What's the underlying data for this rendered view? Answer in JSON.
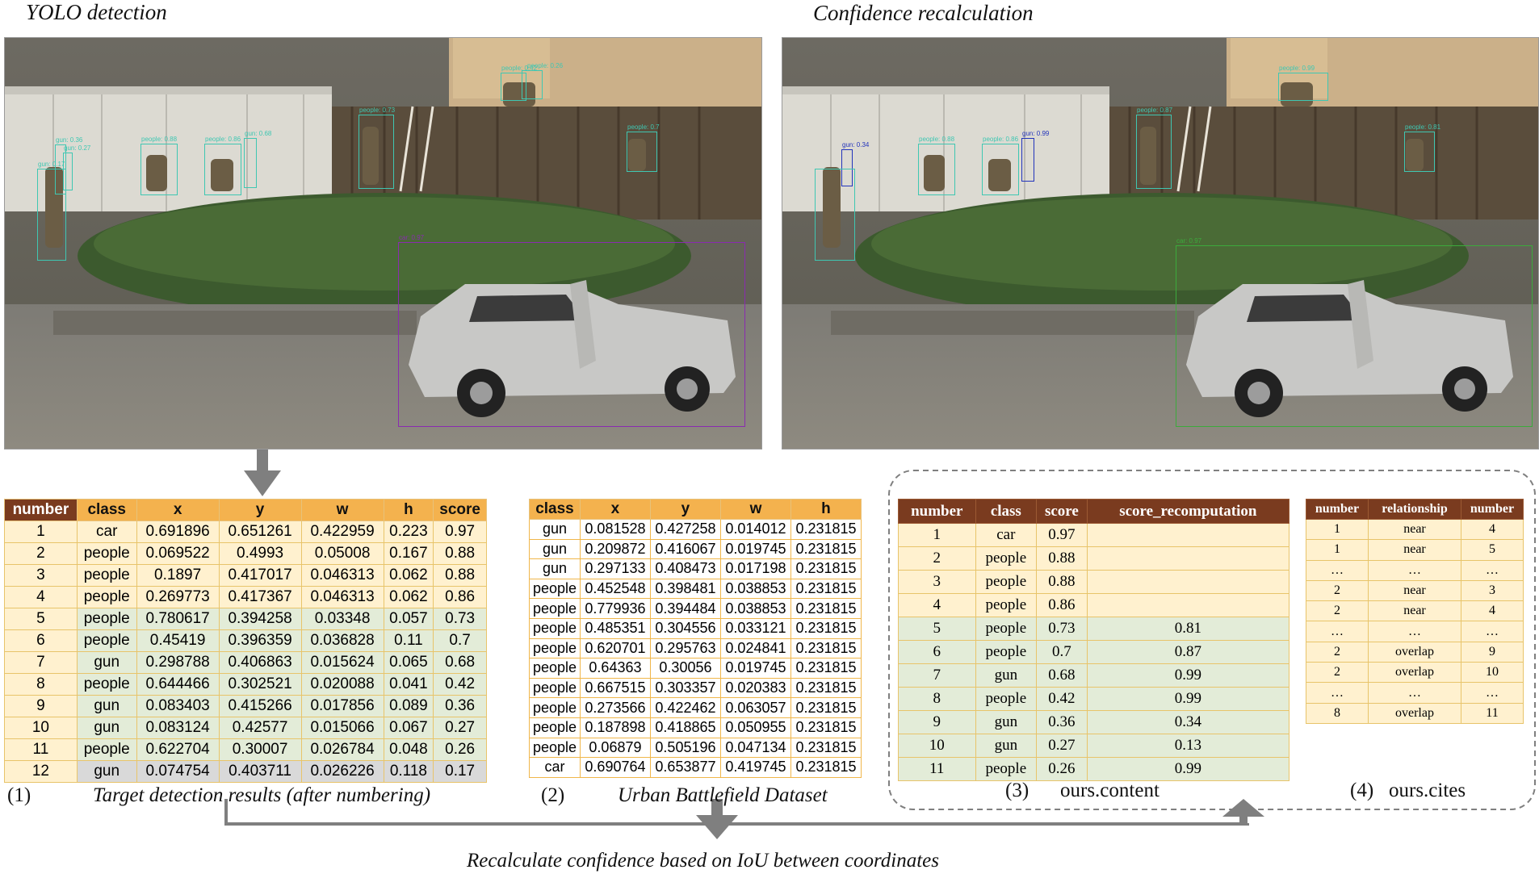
{
  "titles": {
    "left": "YOLO  detection",
    "right": "Confidence recalculation"
  },
  "photo_labels": {
    "left": [
      {
        "text": "gun: 0.17",
        "color": "#3fc7b2"
      },
      {
        "text": "gun: 0.36",
        "color": "#3fc7b2"
      },
      {
        "text": "gun: 0.27",
        "color": "#3fc7b2"
      },
      {
        "text": "people: 0.88",
        "color": "#3fc7b2"
      },
      {
        "text": "people: 0.86",
        "color": "#3fc7b2"
      },
      {
        "text": "gun: 0.68",
        "color": "#3fc7b2"
      },
      {
        "text": "people: 0.73",
        "color": "#3fc7b2"
      },
      {
        "text": "people: 0.42",
        "color": "#3fc7b2"
      },
      {
        "text": "people: 0.7",
        "color": "#3fc7b2"
      },
      {
        "text": "car: 0.97",
        "color": "#8a2bb0"
      },
      {
        "text": "people: 0.26",
        "color": "#3fc7b2"
      }
    ],
    "right": [
      {
        "text": "gun: 0.34",
        "color": "#2233bb"
      },
      {
        "text": "people: 0.88",
        "color": "#3fc7b2"
      },
      {
        "text": "people: 0.86",
        "color": "#3fc7b2"
      },
      {
        "text": "gun: 0.99",
        "color": "#2233bb"
      },
      {
        "text": "people: 0.87",
        "color": "#3fc7b2"
      },
      {
        "text": "people: 0.81",
        "color": "#3fc7b2"
      },
      {
        "text": "car: 0.97",
        "color": "#3caa3c"
      },
      {
        "text": "people: 0.99",
        "color": "#3fc7b2"
      }
    ]
  },
  "table1": {
    "headers": [
      "number",
      "class",
      "x",
      "y",
      "w",
      "h",
      "score"
    ],
    "rows": [
      {
        "style": "y",
        "cells": [
          "1",
          "car",
          "0.691896",
          "0.651261",
          "0.422959",
          "0.223",
          "0.97"
        ]
      },
      {
        "style": "y",
        "cells": [
          "2",
          "people",
          "0.069522",
          "0.4993",
          "0.05008",
          "0.167",
          "0.88"
        ]
      },
      {
        "style": "y",
        "cells": [
          "3",
          "people",
          "0.1897",
          "0.417017",
          "0.046313",
          "0.062",
          "0.88"
        ]
      },
      {
        "style": "y",
        "cells": [
          "4",
          "people",
          "0.269773",
          "0.417367",
          "0.046313",
          "0.062",
          "0.86"
        ]
      },
      {
        "style": "g",
        "cells": [
          "5",
          "people",
          "0.780617",
          "0.394258",
          "0.03348",
          "0.057",
          "0.73"
        ]
      },
      {
        "style": "g",
        "cells": [
          "6",
          "people",
          "0.45419",
          "0.396359",
          "0.036828",
          "0.11",
          "0.7"
        ]
      },
      {
        "style": "g",
        "cells": [
          "7",
          "gun",
          "0.298788",
          "0.406863",
          "0.015624",
          "0.065",
          "0.68"
        ]
      },
      {
        "style": "g",
        "cells": [
          "8",
          "people",
          "0.644466",
          "0.302521",
          "0.020088",
          "0.041",
          "0.42"
        ]
      },
      {
        "style": "g",
        "cells": [
          "9",
          "gun",
          "0.083403",
          "0.415266",
          "0.017856",
          "0.089",
          "0.36"
        ]
      },
      {
        "style": "g",
        "cells": [
          "10",
          "gun",
          "0.083124",
          "0.42577",
          "0.015066",
          "0.067",
          "0.27"
        ]
      },
      {
        "style": "g",
        "cells": [
          "11",
          "people",
          "0.622704",
          "0.30007",
          "0.026784",
          "0.048",
          "0.26"
        ]
      },
      {
        "style": "s",
        "cells": [
          "12",
          "gun",
          "0.074754",
          "0.403711",
          "0.026226",
          "0.118",
          "0.17"
        ]
      }
    ]
  },
  "table2": {
    "headers": [
      "class",
      "x",
      "y",
      "w",
      "h"
    ],
    "rows": [
      [
        "gun",
        "0.081528",
        "0.427258",
        "0.014012",
        "0.231815"
      ],
      [
        "gun",
        "0.209872",
        "0.416067",
        "0.019745",
        "0.231815"
      ],
      [
        "gun",
        "0.297133",
        "0.408473",
        "0.017198",
        "0.231815"
      ],
      [
        "people",
        "0.452548",
        "0.398481",
        "0.038853",
        "0.231815"
      ],
      [
        "people",
        "0.779936",
        "0.394484",
        "0.038853",
        "0.231815"
      ],
      [
        "people",
        "0.485351",
        "0.304556",
        "0.033121",
        "0.231815"
      ],
      [
        "people",
        "0.620701",
        "0.295763",
        "0.024841",
        "0.231815"
      ],
      [
        "people",
        "0.64363",
        "0.30056",
        "0.019745",
        "0.231815"
      ],
      [
        "people",
        "0.667515",
        "0.303357",
        "0.020383",
        "0.231815"
      ],
      [
        "people",
        "0.273566",
        "0.422462",
        "0.063057",
        "0.231815"
      ],
      [
        "people",
        "0.187898",
        "0.418865",
        "0.050955",
        "0.231815"
      ],
      [
        "people",
        "0.06879",
        "0.505196",
        "0.047134",
        "0.231815"
      ],
      [
        "car",
        "0.690764",
        "0.653877",
        "0.419745",
        "0.231815"
      ]
    ]
  },
  "table3": {
    "headers": [
      "number",
      "class",
      "score",
      "score_recomputation"
    ],
    "rows": [
      {
        "style": "y",
        "cells": [
          "1",
          "car",
          "0.97",
          ""
        ]
      },
      {
        "style": "y",
        "cells": [
          "2",
          "people",
          "0.88",
          ""
        ]
      },
      {
        "style": "y",
        "cells": [
          "3",
          "people",
          "0.88",
          ""
        ]
      },
      {
        "style": "y",
        "cells": [
          "4",
          "people",
          "0.86",
          ""
        ]
      },
      {
        "style": "g",
        "cells": [
          "5",
          "people",
          "0.73",
          "0.81"
        ]
      },
      {
        "style": "g",
        "cells": [
          "6",
          "people",
          "0.7",
          "0.87"
        ]
      },
      {
        "style": "g",
        "cells": [
          "7",
          "gun",
          "0.68",
          "0.99"
        ]
      },
      {
        "style": "g",
        "cells": [
          "8",
          "people",
          "0.42",
          "0.99"
        ]
      },
      {
        "style": "g",
        "cells": [
          "9",
          "gun",
          "0.36",
          "0.34"
        ]
      },
      {
        "style": "g",
        "cells": [
          "10",
          "gun",
          "0.27",
          "0.13"
        ]
      },
      {
        "style": "g",
        "cells": [
          "11",
          "people",
          "0.26",
          "0.99"
        ]
      }
    ]
  },
  "table4": {
    "headers": [
      "number",
      "relationship",
      "number"
    ],
    "rows": [
      [
        "1",
        "near",
        "4"
      ],
      [
        "1",
        "near",
        "5"
      ],
      [
        "…",
        "…",
        "…"
      ],
      [
        "2",
        "near",
        "3"
      ],
      [
        "2",
        "near",
        "4"
      ],
      [
        "…",
        "…",
        "…"
      ],
      [
        "2",
        "overlap",
        "9"
      ],
      [
        "2",
        "overlap",
        "10"
      ],
      [
        "…",
        "…",
        "…"
      ],
      [
        "8",
        "overlap",
        "11"
      ]
    ]
  },
  "captions": {
    "c1_num": "(1)",
    "c1_text": "Target detection results (after numbering)",
    "c2_num": "(2)",
    "c2_text": "Urban Battlefield Dataset",
    "c3_num": "(3)",
    "c3_text": "ours.content",
    "c4_num": "(4)",
    "c4_text": "ours.cites",
    "bottom": "Recalculate confidence based on IoU between coordinates"
  }
}
